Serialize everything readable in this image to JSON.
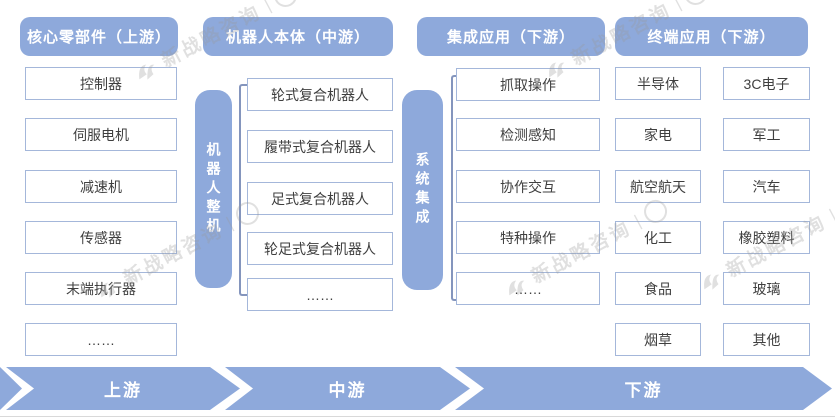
{
  "watermark": {
    "text": "新战略咨询",
    "divider": "|"
  },
  "columns": [
    {
      "header": "核心零部件（上游）",
      "items": [
        "控制器",
        "伺服电机",
        "减速机",
        "传感器",
        "末端执行器",
        "……"
      ]
    },
    {
      "header": "机器人本体（中游）",
      "side_label": "机器人整机",
      "items": [
        "轮式复合机器人",
        "履带式复合机器人",
        "足式复合机器人",
        "轮足式复合机器人",
        "……"
      ]
    },
    {
      "header": "集成应用（下游）",
      "side_label": "系统集成",
      "items": [
        "抓取操作",
        "检测感知",
        "协作交互",
        "特种操作",
        "……"
      ]
    },
    {
      "header": "终端应用（下游）",
      "items_left": [
        "半导体",
        "家电",
        "航空航天",
        "化工",
        "食品",
        "烟草"
      ],
      "items_right": [
        "3C电子",
        "军工",
        "汽车",
        "橡胶塑料",
        "玻璃",
        "其他"
      ]
    }
  ],
  "flow": [
    {
      "label": "上游"
    },
    {
      "label": "中游"
    },
    {
      "label": "下游"
    }
  ],
  "colors": {
    "primary": "#8EA9DB",
    "box_border": "#A4B7DA",
    "bracket": "#8495BD",
    "text": "#3F3F3F",
    "watermark": "#9B9B9B"
  }
}
